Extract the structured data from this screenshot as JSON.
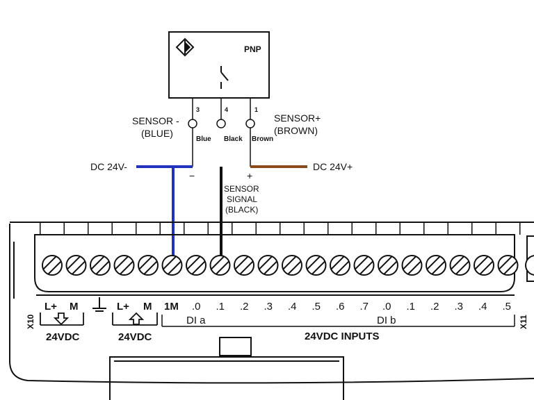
{
  "sensor": {
    "type": "PNP",
    "pins": [
      "3",
      "4",
      "1"
    ],
    "wire_labels": [
      "Blue",
      "Black",
      "Brown"
    ],
    "minus_label_1": "SENSOR -",
    "minus_label_2": "(BLUE)",
    "plus_label_1": "SENSOR+",
    "plus_label_2": "(BROWN)"
  },
  "supply": {
    "negative": "DC 24V-",
    "positive": "DC 24V+",
    "minus_sign": "−",
    "plus_sign": "+"
  },
  "signal": {
    "line1": "SENSOR",
    "line2": "SIGNAL",
    "line3": "(BLACK)"
  },
  "plc": {
    "terminal_count": 20,
    "left_label": "X10",
    "right_label": "X11",
    "supply1": {
      "lplus": "L+",
      "m": "M",
      "voltage": "24VDC"
    },
    "supply2": {
      "lplus": "L+",
      "m": "M",
      "voltage": "24VDC"
    },
    "common": "1M",
    "dia_channels": [
      ".0",
      ".1",
      ".2",
      ".3",
      ".4",
      ".5",
      ".6",
      ".7"
    ],
    "dib_channels": [
      ".0",
      ".1",
      ".2",
      ".3",
      ".4",
      ".5"
    ],
    "dia_label": "DI a",
    "dib_label": "DI b",
    "inputs_label": "24VDC INPUTS"
  },
  "colors": {
    "blue_wire": "#2233bb",
    "brown_wire": "#8a4a1a",
    "black_wire": "#111111"
  }
}
